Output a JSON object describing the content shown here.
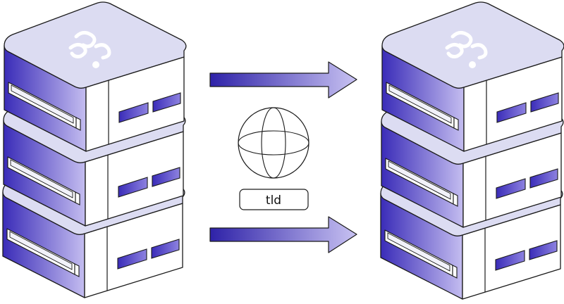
{
  "diagram": {
    "network_label": "tld",
    "icons": {
      "globe": "globe-icon",
      "logo": "logo-icon",
      "arrow": "arrow-right-icon"
    },
    "colors": {
      "top_face": "#dcdcf2",
      "accent_dark": "#3a2cb8",
      "accent_light": "#b8b0ee",
      "outline": "#1a1a1a",
      "front_face": "#ffffff"
    },
    "left_stack": {
      "server_count": 3,
      "has_logo": true
    },
    "right_stack": {
      "server_count": 3,
      "has_logo": true
    },
    "arrows": [
      {
        "direction": "right"
      },
      {
        "direction": "right"
      }
    ]
  }
}
